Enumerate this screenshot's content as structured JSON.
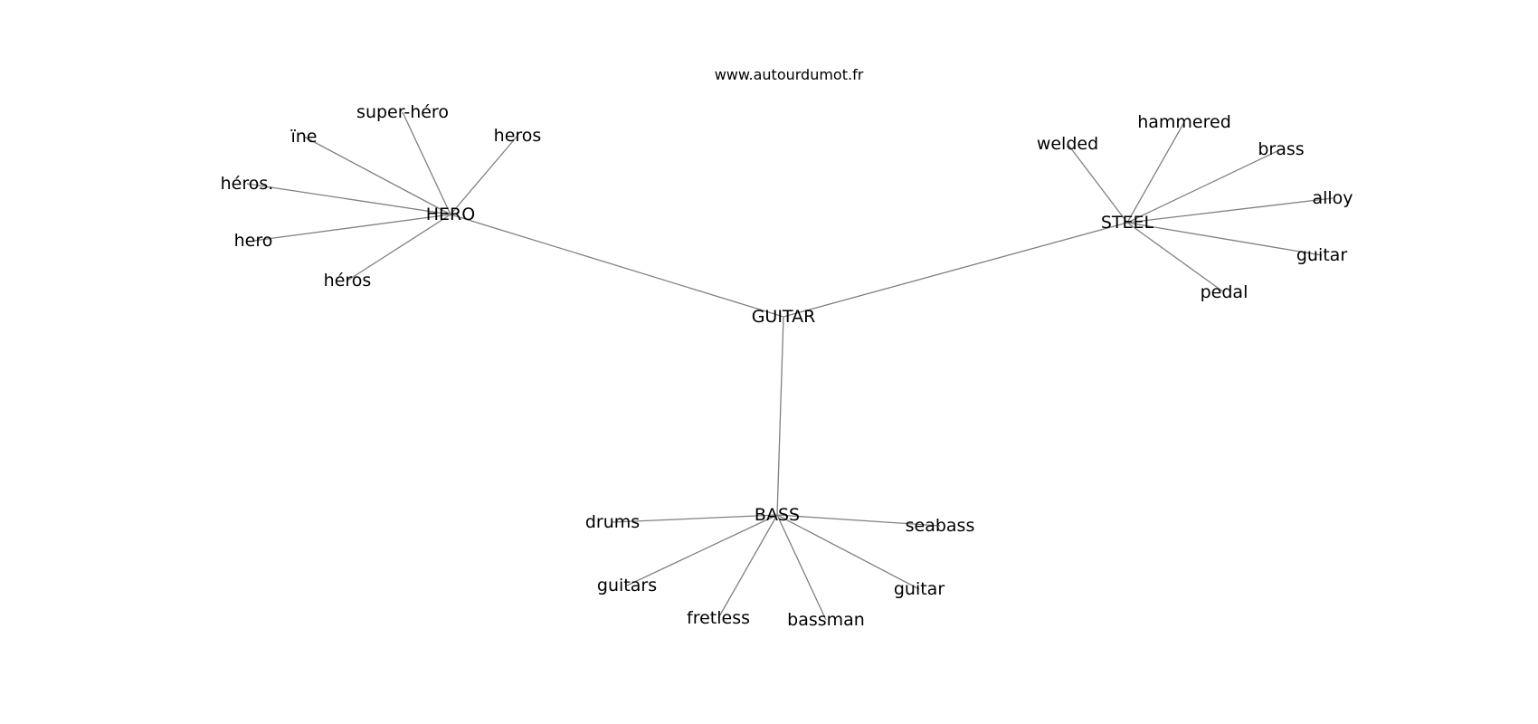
{
  "source": "www.autourdumot.fr",
  "center": "GUITAR",
  "hubs": [
    {
      "word": "HERO",
      "neighbors": [
        "super-héro",
        "heros",
        "ïne",
        "héros.",
        "hero",
        "héros"
      ]
    },
    {
      "word": "STEEL",
      "neighbors": [
        "hammered",
        "welded",
        "brass",
        "alloy",
        "guitar",
        "pedal"
      ]
    },
    {
      "word": "BASS",
      "neighbors": [
        "drums",
        "seabass",
        "guitars",
        "fretless",
        "bassman",
        "guitar"
      ]
    }
  ]
}
